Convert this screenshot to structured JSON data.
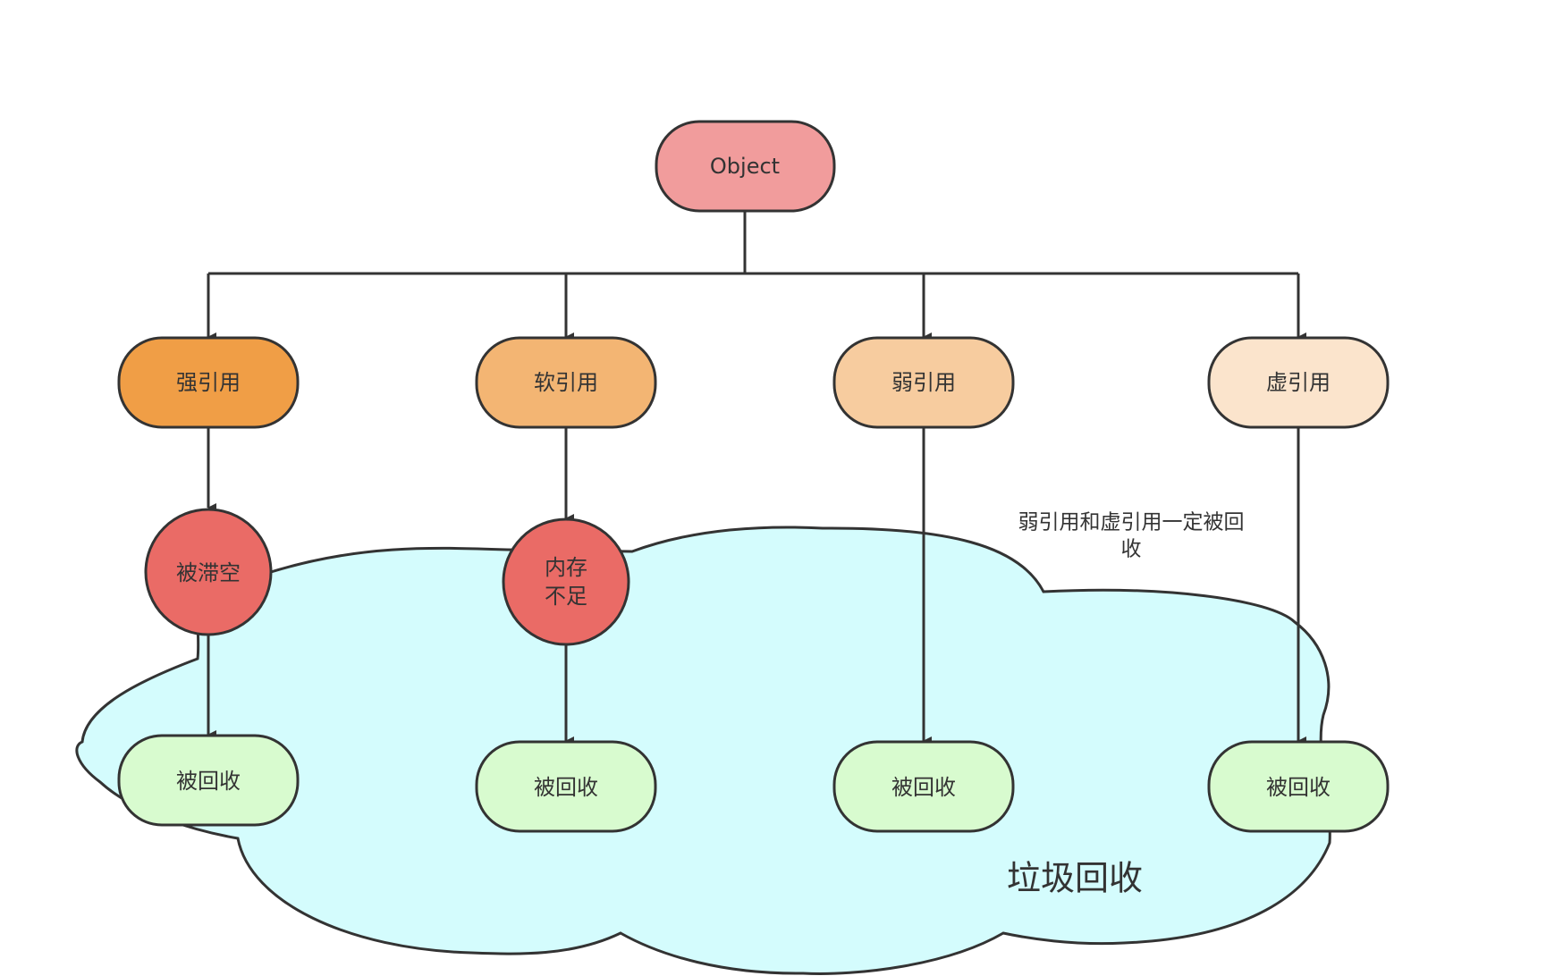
{
  "diagram": {
    "title": "Java reference types and garbage collection",
    "colors": {
      "object": "#f19c9c",
      "strong": "#f09e46",
      "soft": "#f3b573",
      "weak": "#f7cc9f",
      "phantom": "#fbe4cc",
      "condition": "#ea6b66",
      "collected": "#d8fbcf",
      "cloud": "#d4fcfd",
      "stroke": "#333333"
    },
    "root": {
      "id": "object",
      "label": "Object"
    },
    "references": [
      {
        "id": "strong",
        "label": "强引用"
      },
      {
        "id": "soft",
        "label": "软引用"
      },
      {
        "id": "weak",
        "label": "弱引用"
      },
      {
        "id": "phantom",
        "label": "虚引用"
      }
    ],
    "conditions": [
      {
        "id": "nulled",
        "lines": [
          "被滞空"
        ],
        "parent": "strong"
      },
      {
        "id": "low-memory",
        "lines": [
          "内存",
          "不足"
        ],
        "parent": "soft"
      }
    ],
    "collected": [
      {
        "id": "collected-1",
        "label": "被回收",
        "from": "nulled"
      },
      {
        "id": "collected-2",
        "label": "被回收",
        "from": "low-memory"
      },
      {
        "id": "collected-3",
        "label": "被回收",
        "from": "weak"
      },
      {
        "id": "collected-4",
        "label": "被回收",
        "from": "phantom"
      }
    ],
    "cloud_label": "垃圾回收",
    "note_lines": [
      "弱引用和虚引用一定被回",
      "收"
    ]
  }
}
